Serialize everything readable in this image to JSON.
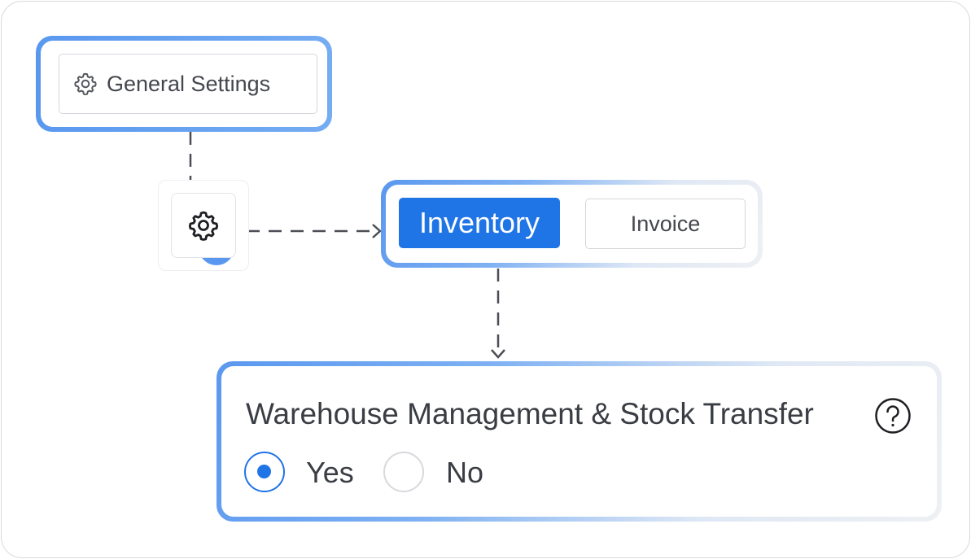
{
  "general_settings": {
    "label": "General Settings",
    "icon": "gear-icon"
  },
  "connector": {
    "icon": "gear-icon"
  },
  "tabs": [
    {
      "label": "Inventory",
      "active": true
    },
    {
      "label": "Invoice",
      "active": false
    }
  ],
  "warehouse": {
    "title": "Warehouse Management & Stock Transfer",
    "help_icon": "question-circle-icon",
    "options": [
      {
        "label": "Yes",
        "selected": true
      },
      {
        "label": "No",
        "selected": false
      }
    ]
  },
  "colors": {
    "accent": "#1f74e6",
    "glow": "#5a98ef",
    "text": "#3a3d43",
    "border": "#d5d7dc"
  }
}
